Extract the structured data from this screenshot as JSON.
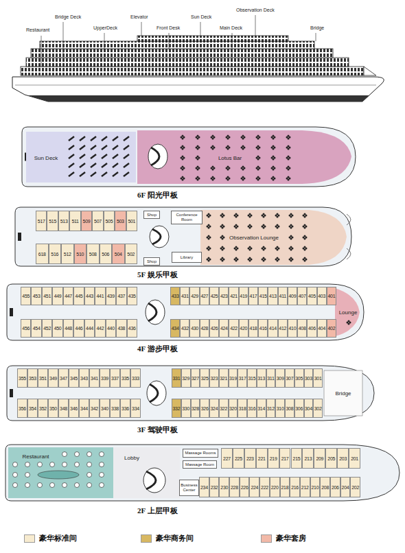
{
  "diagram": {
    "nodes": [
      {
        "text": [
          "Sun Deck"
        ]
      },
      {
        "text": [
          "Lotus Bar"
        ]
      },
      {
        "text": [
          "517"
        ]
      },
      {
        "text": [
          "515"
        ]
      },
      {
        "text": [
          "513"
        ]
      },
      {
        "text": [
          "511"
        ]
      },
      {
        "text": [
          "509"
        ]
      },
      {
        "text": [
          "507"
        ]
      },
      {
        "text": [
          "505"
        ]
      },
      {
        "text": [
          "503"
        ]
      },
      {
        "text": [
          "501"
        ]
      },
      {
        "text": [
          "618"
        ]
      },
      {
        "text": [
          "516"
        ]
      },
      {
        "text": [
          "512"
        ]
      },
      {
        "text": [
          "510"
        ]
      },
      {
        "text": [
          "508"
        ]
      },
      {
        "text": [
          "506"
        ]
      },
      {
        "text": [
          "504"
        ]
      },
      {
        "text": [
          "502"
        ]
      },
      {
        "text": [
          "Shop"
        ]
      },
      {
        "text": [
          "Shop"
        ]
      },
      {
        "text": [
          "Conference Room"
        ]
      },
      {
        "text": [
          "Library"
        ]
      },
      {
        "text": [
          "Observation Lounge"
        ]
      },
      {
        "text": [
          "455"
        ]
      },
      {
        "text": [
          "453"
        ]
      },
      {
        "text": [
          "451"
        ]
      },
      {
        "text": [
          "449"
        ]
      },
      {
        "text": [
          "447"
        ]
      },
      {
        "text": [
          "445"
        ]
      },
      {
        "text": [
          "443"
        ]
      },
      {
        "text": [
          "441"
        ]
      },
      {
        "text": [
          "439"
        ]
      },
      {
        "text": [
          "437"
        ]
      },
      {
        "text": [
          "435"
        ]
      },
      {
        "text": [
          "433"
        ]
      },
      {
        "text": [
          "431"
        ]
      },
      {
        "text": [
          "429"
        ]
      },
      {
        "text": [
          "427"
        ]
      },
      {
        "text": [
          "425"
        ]
      },
      {
        "text": [
          "423"
        ]
      },
      {
        "text": [
          "421"
        ]
      },
      {
        "text": [
          "419"
        ]
      },
      {
        "text": [
          "417"
        ]
      },
      {
        "text": [
          "415"
        ]
      },
      {
        "text": [
          "413"
        ]
      },
      {
        "text": [
          "411"
        ]
      },
      {
        "text": [
          "409"
        ]
      },
      {
        "text": [
          "407"
        ]
      },
      {
        "text": [
          "405"
        ]
      },
      {
        "text": [
          "403"
        ]
      },
      {
        "text": [
          "401"
        ]
      },
      {
        "text": [
          "456"
        ]
      },
      {
        "text": [
          "454"
        ]
      },
      {
        "text": [
          "452"
        ]
      },
      {
        "text": [
          "450"
        ]
      },
      {
        "text": [
          "448"
        ]
      },
      {
        "text": [
          "446"
        ]
      },
      {
        "text": [
          "444"
        ]
      },
      {
        "text": [
          "442"
        ]
      },
      {
        "text": [
          "440"
        ]
      },
      {
        "text": [
          "438"
        ]
      },
      {
        "text": [
          "436"
        ]
      },
      {
        "text": [
          "434"
        ]
      },
      {
        "text": [
          "432"
        ]
      },
      {
        "text": [
          "430"
        ]
      },
      {
        "text": [
          "428"
        ]
      },
      {
        "text": [
          "426"
        ]
      },
      {
        "text": [
          "424"
        ]
      },
      {
        "text": [
          "422"
        ]
      },
      {
        "text": [
          "420"
        ]
      },
      {
        "text": [
          "418"
        ]
      },
      {
        "text": [
          "416"
        ]
      },
      {
        "text": [
          "414"
        ]
      },
      {
        "text": [
          "412"
        ]
      },
      {
        "text": [
          "410"
        ]
      },
      {
        "text": [
          "408"
        ]
      },
      {
        "text": [
          "406"
        ]
      },
      {
        "text": [
          "404"
        ]
      },
      {
        "text": [
          "402"
        ]
      },
      {
        "text": [
          "Lounge"
        ]
      },
      {
        "text": [
          "355"
        ]
      },
      {
        "text": [
          "353"
        ]
      },
      {
        "text": [
          "351"
        ]
      },
      {
        "text": [
          "349"
        ]
      },
      {
        "text": [
          "347"
        ]
      },
      {
        "text": [
          "345"
        ]
      },
      {
        "text": [
          "343"
        ]
      },
      {
        "text": [
          "341"
        ]
      },
      {
        "text": [
          "339"
        ]
      },
      {
        "text": [
          "337"
        ]
      },
      {
        "text": [
          "335"
        ]
      },
      {
        "text": [
          "333"
        ]
      },
      {
        "text": [
          "331"
        ]
      },
      {
        "text": [
          "329"
        ]
      },
      {
        "text": [
          "327"
        ]
      },
      {
        "text": [
          "325"
        ]
      },
      {
        "text": [
          "323"
        ]
      },
      {
        "text": [
          "321"
        ]
      },
      {
        "text": [
          "319"
        ]
      },
      {
        "text": [
          "317"
        ]
      },
      {
        "text": [
          "315"
        ]
      },
      {
        "text": [
          "313"
        ]
      },
      {
        "text": [
          "311"
        ]
      },
      {
        "text": [
          "309"
        ]
      },
      {
        "text": [
          "307"
        ]
      },
      {
        "text": [
          "305"
        ]
      },
      {
        "text": [
          "303"
        ]
      },
      {
        "text": [
          "301"
        ]
      },
      {
        "text": [
          "356"
        ]
      },
      {
        "text": [
          "354"
        ]
      },
      {
        "text": [
          "352"
        ]
      },
      {
        "text": [
          "350"
        ]
      },
      {
        "text": [
          "348"
        ]
      },
      {
        "text": [
          "346"
        ]
      },
      {
        "text": [
          "344"
        ]
      },
      {
        "text": [
          "342"
        ]
      },
      {
        "text": [
          "340"
        ]
      },
      {
        "text": [
          "338"
        ]
      },
      {
        "text": [
          "336"
        ]
      },
      {
        "text": [
          "334"
        ]
      },
      {
        "text": [
          "332"
        ]
      },
      {
        "text": [
          "330"
        ]
      },
      {
        "text": [
          "328"
        ]
      },
      {
        "text": [
          "326"
        ]
      },
      {
        "text": [
          "324"
        ]
      },
      {
        "text": [
          "322"
        ]
      },
      {
        "text": [
          "320"
        ]
      },
      {
        "text": [
          "318"
        ]
      },
      {
        "text": [
          "316"
        ]
      },
      {
        "text": [
          "314"
        ]
      },
      {
        "text": [
          "312"
        ]
      },
      {
        "text": [
          "310"
        ]
      },
      {
        "text": [
          "308"
        ]
      },
      {
        "text": [
          "306"
        ]
      },
      {
        "text": [
          "304"
        ]
      },
      {
        "text": [
          "302"
        ]
      },
      {
        "text": [
          "Bridge"
        ]
      },
      {
        "text": [
          "Restaurant"
        ]
      },
      {
        "text": [
          "Lobby"
        ]
      },
      {
        "text": [
          "Massage Rooms"
        ]
      },
      {
        "text": [
          "Massage Room"
        ]
      },
      {
        "text": [
          "Business Center"
        ]
      },
      {
        "text": [
          "227"
        ]
      },
      {
        "text": [
          "225"
        ]
      },
      {
        "text": [
          "223"
        ]
      },
      {
        "text": [
          "221"
        ]
      },
      {
        "text": [
          "219"
        ]
      },
      {
        "text": [
          "217"
        ]
      },
      {
        "text": [
          "215"
        ]
      },
      {
        "text": [
          "213"
        ]
      },
      {
        "text": [
          "209"
        ]
      },
      {
        "text": [
          "205"
        ]
      },
      {
        "text": [
          "203"
        ]
      },
      {
        "text": [
          "201"
        ]
      },
      {
        "text": [
          "234"
        ]
      },
      {
        "text": [
          "232"
        ]
      },
      {
        "text": [
          "230"
        ]
      },
      {
        "text": [
          "228"
        ]
      },
      {
        "text": [
          "226"
        ]
      },
      {
        "text": [
          "224"
        ]
      },
      {
        "text": [
          "222"
        ]
      },
      {
        "text": [
          "220"
        ]
      },
      {
        "text": [
          "218"
        ]
      },
      {
        "text": [
          "216"
        ]
      },
      {
        "text": [
          "212"
        ]
      },
      {
        "text": [
          "210"
        ]
      },
      {
        "text": [
          "208"
        ]
      },
      {
        "text": [
          "206"
        ]
      },
      {
        "text": [
          "204"
        ]
      },
      {
        "text": [
          "202"
        ]
      }
    ],
    "labels": [
      "Restaurant",
      "Bridge Deck",
      "UpperDeck",
      "Elevator",
      "Front Desk",
      "Sun Deck",
      "Main Deck",
      "Observation Deck",
      "Bridge",
      "6F 阳光甲板",
      "5F 娱乐甲板",
      "4F 游步甲板",
      "3F 驾驶甲板",
      "2F 上层甲板"
    ],
    "legend": [
      {
        "text": "豪华标准间",
        "color": "#f7ebcf"
      },
      {
        "text": "豪华商务间",
        "color": "#d8b862"
      },
      {
        "text": "豪华套房",
        "color": "#f2b9a8"
      }
    ]
  }
}
